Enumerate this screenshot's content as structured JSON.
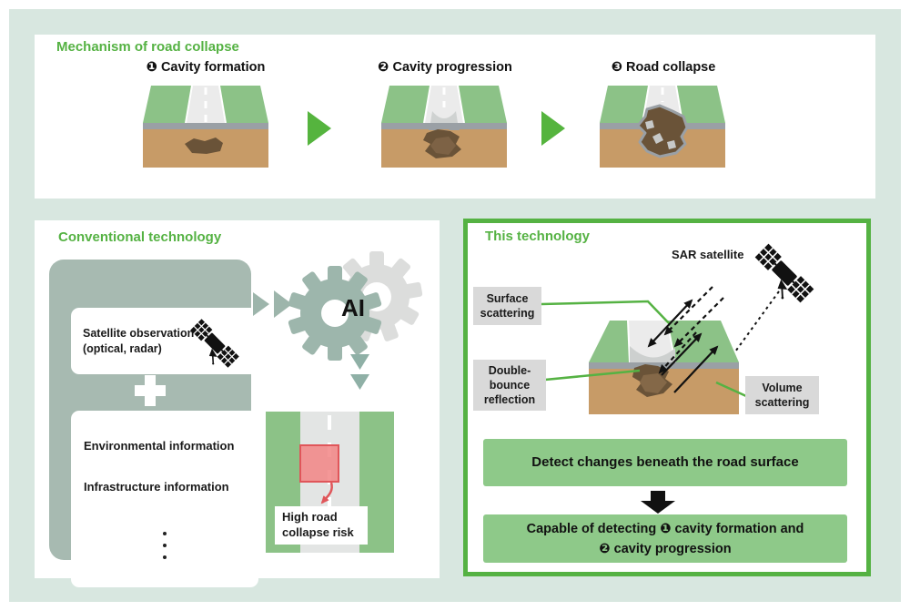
{
  "palette": {
    "green": "#55b243",
    "mint": "#d8e7e0",
    "sage": "#a7bab1",
    "box_green": "#8ec989",
    "grass": "#8cc287",
    "soil": "#c79b67",
    "cavity_brown": "#6a5338",
    "asphalt_gray": "#9aa0a5",
    "label_gray": "#d9d9d9",
    "risk_red": "#f08080"
  },
  "mechanism": {
    "title": "Mechanism of road collapse",
    "stages": [
      {
        "label": "❶ Cavity formation"
      },
      {
        "label": "❷ Cavity progression"
      },
      {
        "label": "❸ Road collapse"
      }
    ]
  },
  "conventional": {
    "title": "Conventional technology",
    "satellite_box": {
      "line1": "Satellite observation",
      "line2": "(optical, radar)"
    },
    "info_box": {
      "item1": "Environmental information",
      "item2": "Infrastructure information"
    },
    "ai_label": "AI",
    "risk_label": {
      "line1": "High road",
      "line2": "collapse risk"
    }
  },
  "technology": {
    "title": "This technology",
    "satellite_label": "SAR satellite",
    "surface_label": {
      "line1": "Surface",
      "line2": "scattering"
    },
    "double_label": {
      "line1": "Double-",
      "line2": "bounce",
      "line3": "reflection"
    },
    "volume_label": {
      "line1": "Volume",
      "line2": "scattering"
    },
    "detect_box": "Detect changes beneath the road surface",
    "capable_box": {
      "line1": "Capable of detecting ❶ cavity formation and",
      "line2": "❷ cavity progression"
    }
  }
}
